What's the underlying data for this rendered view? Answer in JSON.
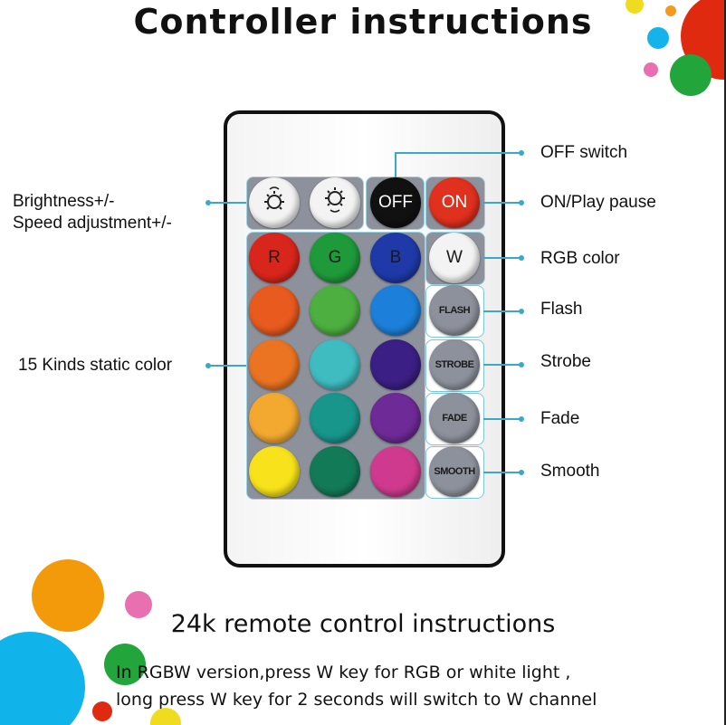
{
  "title": "Controller instructions",
  "colors": {
    "callout": "#3aa9c9",
    "panel": "#8d919b"
  },
  "remote": {
    "top_row": [
      {
        "icon": "brightness-up-icon",
        "color": "#f3f3f3"
      },
      {
        "icon": "brightness-down-icon",
        "color": "#f3f3f3"
      },
      {
        "label": "OFF",
        "color": "#111111",
        "text_color": "#ffffff"
      },
      {
        "label": "ON",
        "color": "#e0301e",
        "text_color": "#ffffff"
      }
    ],
    "color_grid": [
      [
        {
          "label": "R",
          "color": "#d9261c"
        },
        {
          "label": "G",
          "color": "#1f9a3a"
        },
        {
          "label": "B",
          "color": "#1f3aa8"
        }
      ],
      [
        {
          "color": "#e85a1e"
        },
        {
          "color": "#4caf40"
        },
        {
          "color": "#1c7fd9"
        }
      ],
      [
        {
          "color": "#ea7421"
        },
        {
          "color": "#3fbcc0"
        },
        {
          "color": "#3b1f84"
        }
      ],
      [
        {
          "color": "#f3a830"
        },
        {
          "color": "#18968c"
        },
        {
          "color": "#6e2a96"
        }
      ],
      [
        {
          "color": "#f7e21b"
        },
        {
          "color": "#137a58"
        },
        {
          "color": "#cf3a8e"
        }
      ]
    ],
    "side_buttons": [
      {
        "label": "W",
        "color": "#f3f3f3"
      },
      {
        "label": "FLASH",
        "color": "#8d919b"
      },
      {
        "label": "STROBE",
        "color": "#8d919b"
      },
      {
        "label": "FADE",
        "color": "#8d919b"
      },
      {
        "label": "SMOOTH",
        "color": "#8d919b"
      }
    ]
  },
  "callouts": {
    "brightness": "Brightness+/-",
    "speed": "Speed adjustment+/-",
    "static": "15 Kinds static color",
    "off": "OFF switch",
    "on": "ON/Play pause",
    "rgb": "RGB color",
    "flash": "Flash",
    "strobe": "Strobe",
    "fade": "Fade",
    "smooth": "Smooth"
  },
  "subtitle": "24k remote control instructions",
  "notes": [
    "In RGBW version,press W key for RGB or white light ,",
    "long press W key for 2 seconds will switch to W channel"
  ]
}
